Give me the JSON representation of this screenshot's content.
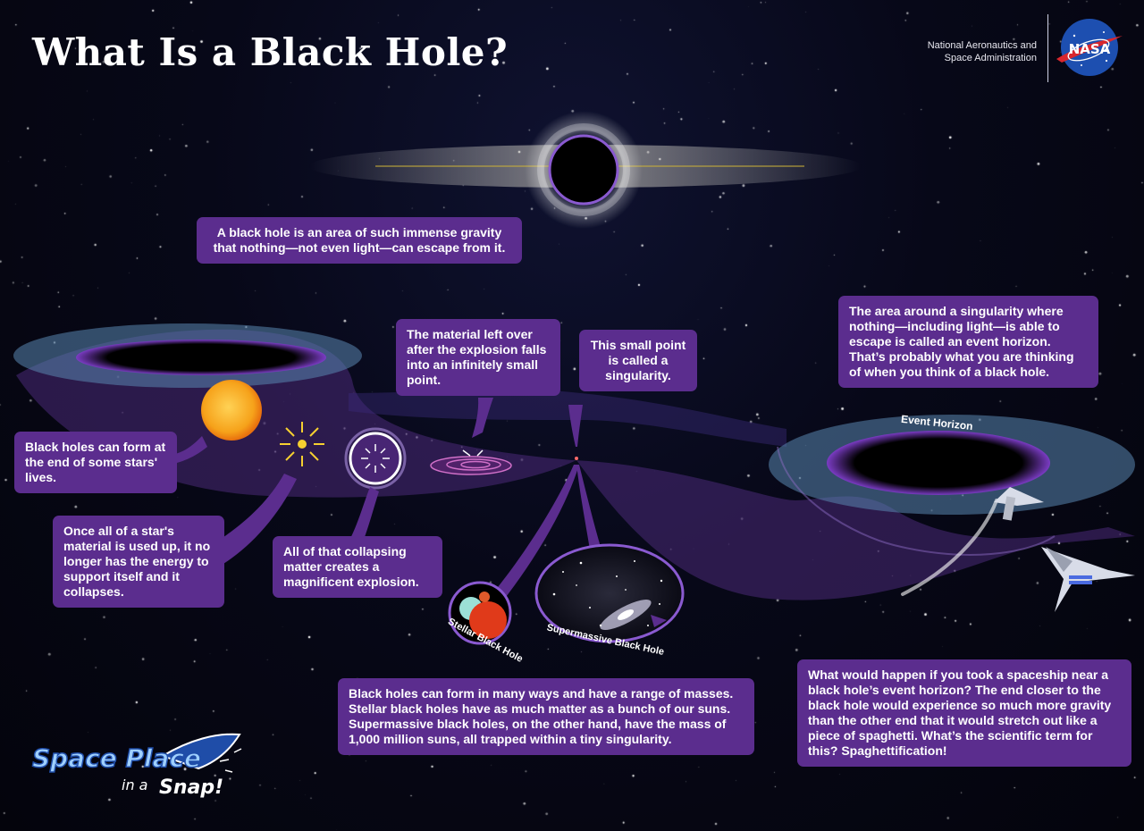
{
  "title": "What Is a Black Hole?",
  "agency": {
    "line1": "National Aeronautics and",
    "line2": "Space Administration",
    "logo_text": "NASA"
  },
  "boxes": {
    "definition": "A black hole is an area of such immense gravity that nothing—not even light—can escape from it.",
    "form_end": "Black holes can form at the end of some stars' lives.",
    "collapse": "Once all of a star's material is used up, it no longer has the energy to support itself and it collapses.",
    "explosion": "All of that collapsing matter creates a magnificent explosion.",
    "material": "The material left over after the explosion falls into an infinitely small point.",
    "singularity": "This small point is called a singularity.",
    "event_horizon": "The area around a singularity where nothing—including light—is able to escape is called an event horizon. That’s probably what you are thinking of when you think of a black hole.",
    "masses": "Black holes can form in many ways and have a range of masses. Stellar black holes have as much matter as a bunch of our suns. Supermassive black holes, on the other hand, have the mass of 1,000 million suns, all trapped within a tiny singularity.",
    "spaghetti": "What would happen if you took a spaceship near a black hole’s event horizon? The end closer to the black hole would experience so much more gravity than the other end that it would stretch out like a piece of spaghetti. What’s the scientific term for this? Spaghettification!"
  },
  "labels": {
    "event_horizon": "Event Horizon",
    "stellar": "Stellar Black Hole",
    "supermassive": "Supermassive Black Hole"
  },
  "logo": {
    "line1": "Space Place",
    "line2": "in a",
    "line3": "Snap!"
  },
  "colors": {
    "box": "#5b2d8e",
    "background": "#070818",
    "sun": "#f6a21a",
    "funnel": "#6a4a9a"
  }
}
